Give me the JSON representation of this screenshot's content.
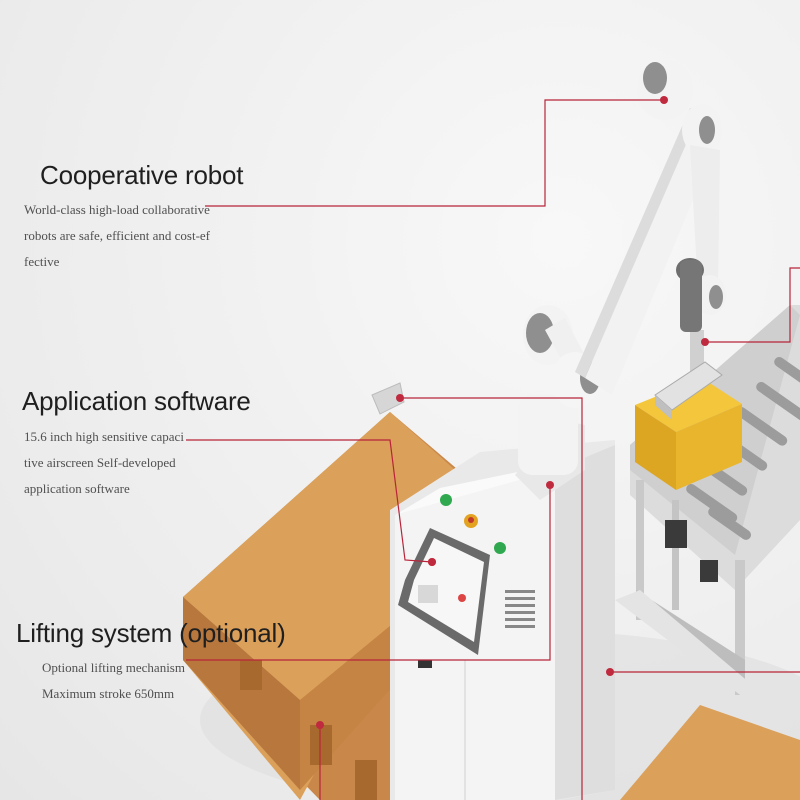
{
  "callouts": [
    {
      "title": "Cooperative robot",
      "lines": [
        "World-class high-load collaborative",
        "robots are safe, efficient and cost-ef",
        "fective"
      ]
    },
    {
      "title": "Application software",
      "lines": [
        "15.6 inch high sensitive capaci",
        "tive airscreen Self-developed",
        "application software"
      ]
    },
    {
      "title": "Lifting system (optional)",
      "lines": [
        "Optional lifting mechanism",
        "Maximum stroke 650mm"
      ]
    }
  ],
  "colors": {
    "leader_line": "#b8243a",
    "pallet": "#dba05a",
    "box": "#e8b52d",
    "cabinet": "#f2f2f2",
    "robot_joint": "#8f8f8f"
  }
}
